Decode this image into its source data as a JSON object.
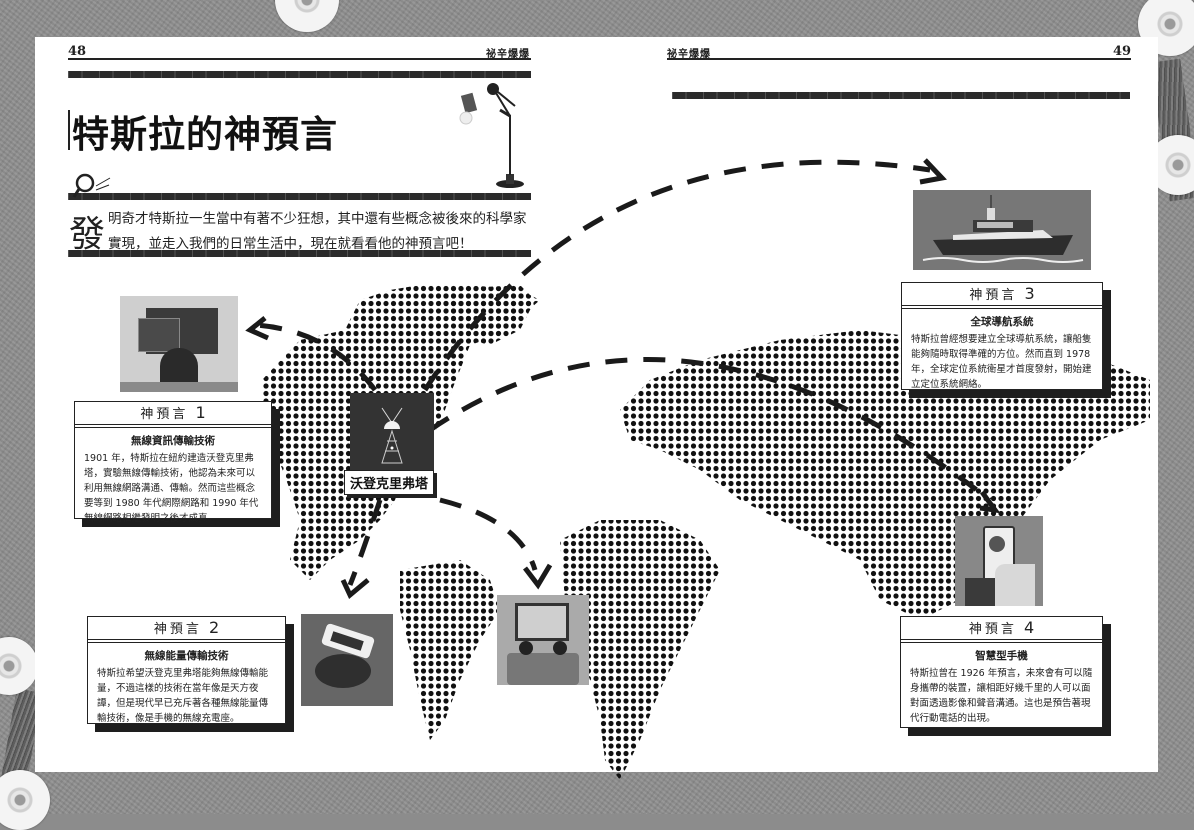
{
  "header": {
    "left_page_number": "48",
    "left_running_head": "祕辛爆爆",
    "right_running_head": "祕辛爆爆",
    "right_page_number": "49"
  },
  "title": "特斯拉的神預言",
  "intro": {
    "drop_cap": "發",
    "line1": "明奇才特斯拉一生當中有著不少狂想，其中還有些概念被後來的科學家",
    "line2": "實現，並走入我們的日常生活中，現在就看看他的神預言吧！"
  },
  "tower_label": "沃登克里弗塔",
  "cards": [
    {
      "heading_prefix": "神預言",
      "number": "1",
      "subtitle": "無線資訊傳輸技術",
      "body": "1901 年，特斯拉在紐約建造沃登克里弗塔，實驗無線傳輸技術，他認為未來可以利用無線網路溝通、傳輸。然而這些概念要等到 1980 年代網際網路和 1990 年代無線網路相繼發明之後才成真。"
    },
    {
      "heading_prefix": "神預言",
      "number": "2",
      "subtitle": "無線能量傳輸技術",
      "body": "特斯拉希望沃登克里弗塔能夠無線傳輸能量，不過這樣的技術在當年像是天方夜譚，但是現代早已充斥著各種無線能量傳輸技術，像是手機的無線充電座。"
    },
    {
      "heading_prefix": "神預言",
      "number": "3",
      "subtitle": "全球導航系統",
      "body": "特斯拉曾經想要建立全球導航系統，讓船隻能夠隨時取得準確的方位。然而直到 1978 年，全球定位系統衛星才首度發射，開始建立定位系統網絡。"
    },
    {
      "heading_prefix": "神預言",
      "number": "4",
      "subtitle": "智慧型手機",
      "body": "特斯拉曾在 1926 年預言，未來會有可以隨身攜帶的裝置，讓相距好幾千里的人可以面對面透過影像和聲音溝通。這也是預告著現代行動電話的出現。"
    }
  ],
  "illustrations": [
    {
      "name": "computer-user-illustration"
    },
    {
      "name": "wardenclyffe-tower-illustration"
    },
    {
      "name": "wireless-charger-illustration"
    },
    {
      "name": "tv-viewers-illustration"
    },
    {
      "name": "ship-illustration"
    },
    {
      "name": "smartphone-illustration"
    },
    {
      "name": "desk-lamp-illustration"
    }
  ],
  "colors": {
    "ink": "#222222",
    "paper": "#ffffff",
    "background": "#8e8e8e",
    "illustration_gray": "#6f6f6f"
  }
}
